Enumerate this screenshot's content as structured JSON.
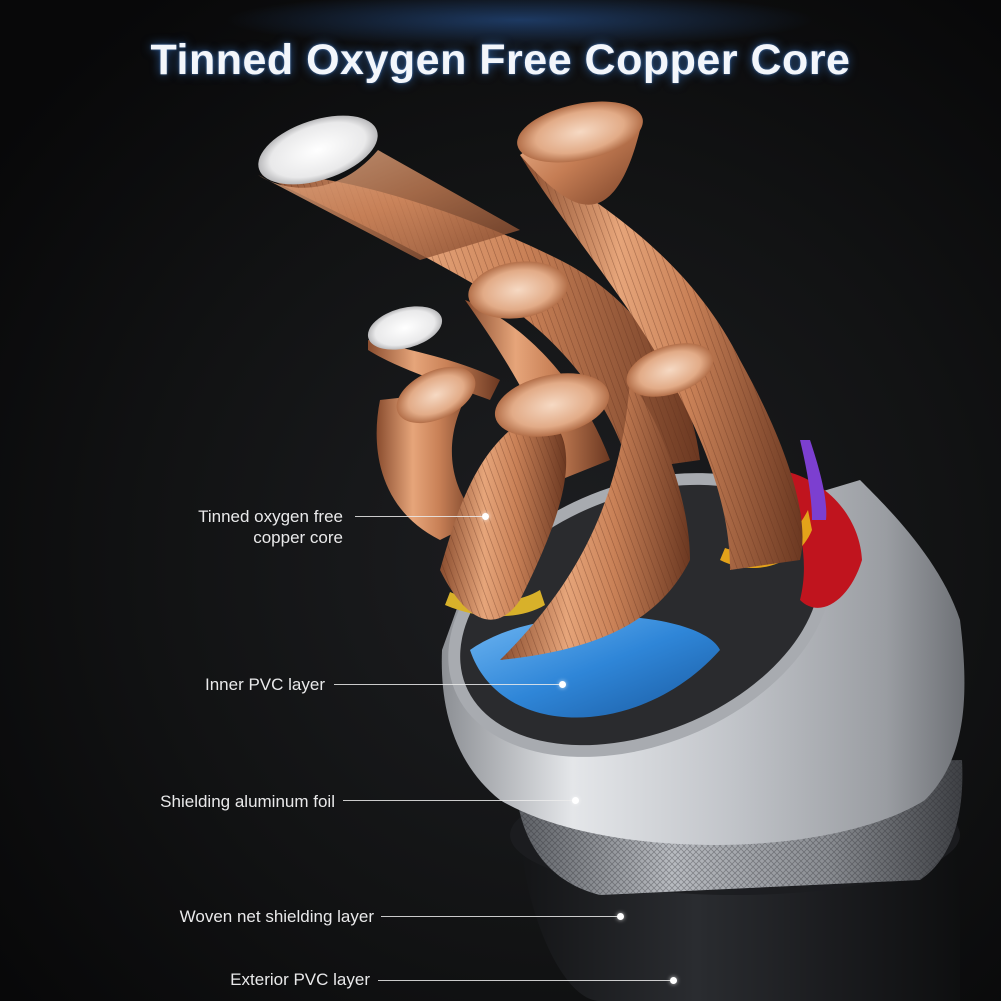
{
  "title": "Tinned Oxygen Free Copper Core",
  "callouts": [
    {
      "line1": "Tinned oxygen free",
      "line2": "copper core"
    },
    {
      "line1": "Inner PVC layer"
    },
    {
      "line1": "Shielding aluminum foil"
    },
    {
      "line1": "Woven net shielding layer"
    },
    {
      "line1": "Exterior PVC layer"
    }
  ],
  "colors": {
    "background": "#0b0b0c",
    "title_glow": "#3c8cff",
    "copper": "#d58e62",
    "wire_blue": "#2f86d8",
    "wire_red": "#c0141e",
    "wire_yellow": "#e3a21a",
    "wire_purple": "#7c3fd0",
    "foil": "#c9ccd0",
    "outer_jacket": "#1e1f22"
  }
}
